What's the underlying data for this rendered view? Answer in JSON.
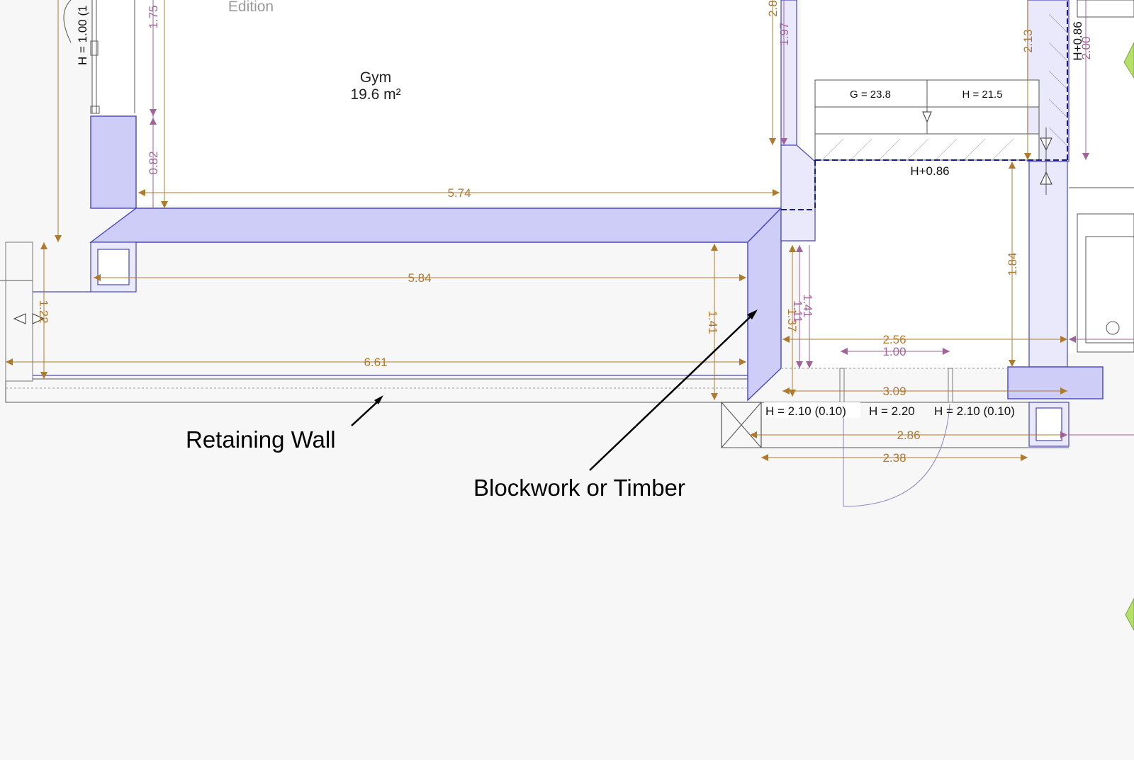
{
  "room": {
    "name": "Gym",
    "area": "19.6 m²",
    "edition_label": "Edition"
  },
  "annotations": {
    "retaining_wall": "Retaining Wall",
    "blockwork": "Blockwork or Timber"
  },
  "levels": {
    "g": "G = 23.8",
    "h_right": "H = 21.5",
    "h_plus_086": "H+0.86",
    "h_plus_086_vertical": "H+0.86",
    "h_100": "H = 1.00 (1",
    "door_left": "H = 2.10 (0.10)",
    "door_mid": "H = 2.20",
    "door_right": "H = 2.10 (0.10)"
  },
  "dimensions": {
    "d574": "5.74",
    "d584": "5.84",
    "d661": "6.61",
    "d141_left": "1.41",
    "d122": "1.22",
    "d082": "0.82",
    "d175": "1.75",
    "d197": "1.97",
    "d28": "2.8",
    "d213": "2.13",
    "d200": "2.00",
    "d184": "1.84",
    "d256": "2.56",
    "d100": "1.00",
    "d309": "3.09",
    "d286": "2.86",
    "d238": "2.38",
    "d141_right": "1.41",
    "d111": "1.11",
    "d137": "1.37"
  },
  "colors": {
    "wall_fill": "#cdcdf7",
    "wall_stroke": "#4646c0",
    "dim_orange": "#b07a2c",
    "dim_purple": "#a0639a",
    "background": "#f7f7f7",
    "marker_green": "#b4e06a"
  }
}
